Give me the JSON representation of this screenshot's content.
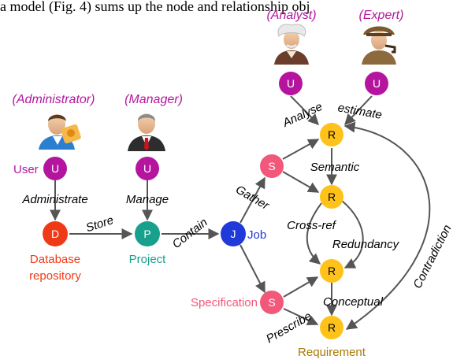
{
  "caption_fragment": "a model (Fig. 4) sums up the node and relationship obj",
  "colors": {
    "user": "#b5159e",
    "database": "#f03a17",
    "project": "#17a08c",
    "job": "#1f3ad8",
    "specification": "#f2587a",
    "requirement": "#ffc21a",
    "requirement_text": "#a87a00",
    "edge": "#555555"
  },
  "roles": {
    "administrator": "(Administrator)",
    "manager": "(Manager)",
    "analyst": "(Analyst)",
    "expert": "(Expert)"
  },
  "nodes": {
    "admin_user": "U",
    "manager_user": "U",
    "analyst_user": "U",
    "expert_user": "U",
    "database": "D",
    "project": "P",
    "job": "J",
    "spec_top": "S",
    "spec_bottom": "S",
    "req_1": "R",
    "req_2": "R",
    "req_3": "R",
    "req_4": "R"
  },
  "node_names": {
    "user": "User",
    "database_line1": "Database",
    "database_line2": "repository",
    "project": "Project",
    "job": "Job",
    "specification": "Specification",
    "requirement": "Requirement"
  },
  "edge_labels": {
    "administrate": "Administrate",
    "manage": "Manage",
    "store": "Store",
    "contain": "Contain",
    "gather": "Gather",
    "prescribe": "Prescribe",
    "analyse": "Analyse",
    "estimate": "estimate",
    "semantic": "Semantic",
    "cross_ref": "Cross-ref",
    "redundancy": "Redundancy",
    "conceptual": "Conceptual",
    "contradiction": "Contradiction"
  }
}
